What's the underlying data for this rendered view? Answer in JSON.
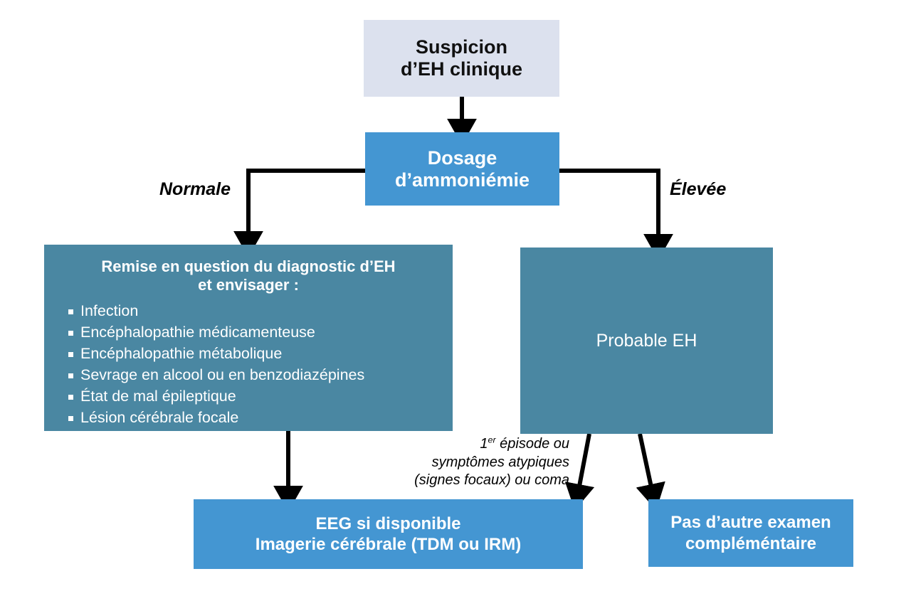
{
  "diagram": {
    "title": "Suspicion d’EH clinique — algorithme diagnostique",
    "colors": {
      "background": "#ffffff",
      "box_light": "#dce1ee",
      "box_blue": "#4496d2",
      "box_slate": "#4a87a2",
      "text_dark": "#111111",
      "text_light": "#ffffff",
      "connector": "#000000"
    }
  },
  "nodes": {
    "suspicion": {
      "line1": "Suspicion",
      "line2": "d’EH clinique"
    },
    "dosage": {
      "line1": "Dosage",
      "line2": "d’ammoniémie"
    },
    "remise": {
      "heading_line1": "Remise en question du diagnostic d’EH",
      "heading_line2": "et envisager :",
      "items": [
        "Infection",
        "Encéphalopathie médicamenteuse",
        "Encéphalopathie métabolique",
        "Sevrage en alcool ou en benzodiazépines",
        "État de mal épileptique",
        "Lésion cérébrale focale"
      ]
    },
    "probable": {
      "label": "Probable EH"
    },
    "eeg": {
      "line1": "EEG si disponible",
      "line2": "Imagerie cérébrale (TDM ou IRM)"
    },
    "pas_examen": {
      "line1": "Pas d’autre examen",
      "line2": "compléméntaire"
    }
  },
  "edge_labels": {
    "normale": "Normale",
    "elevee": "Élevée",
    "episode": {
      "line1_prefix": "1",
      "line1_sup": "er",
      "line1_rest": " épisode ou",
      "line2": "symptômes atypiques",
      "line3": "(signes focaux) ou coma"
    }
  }
}
